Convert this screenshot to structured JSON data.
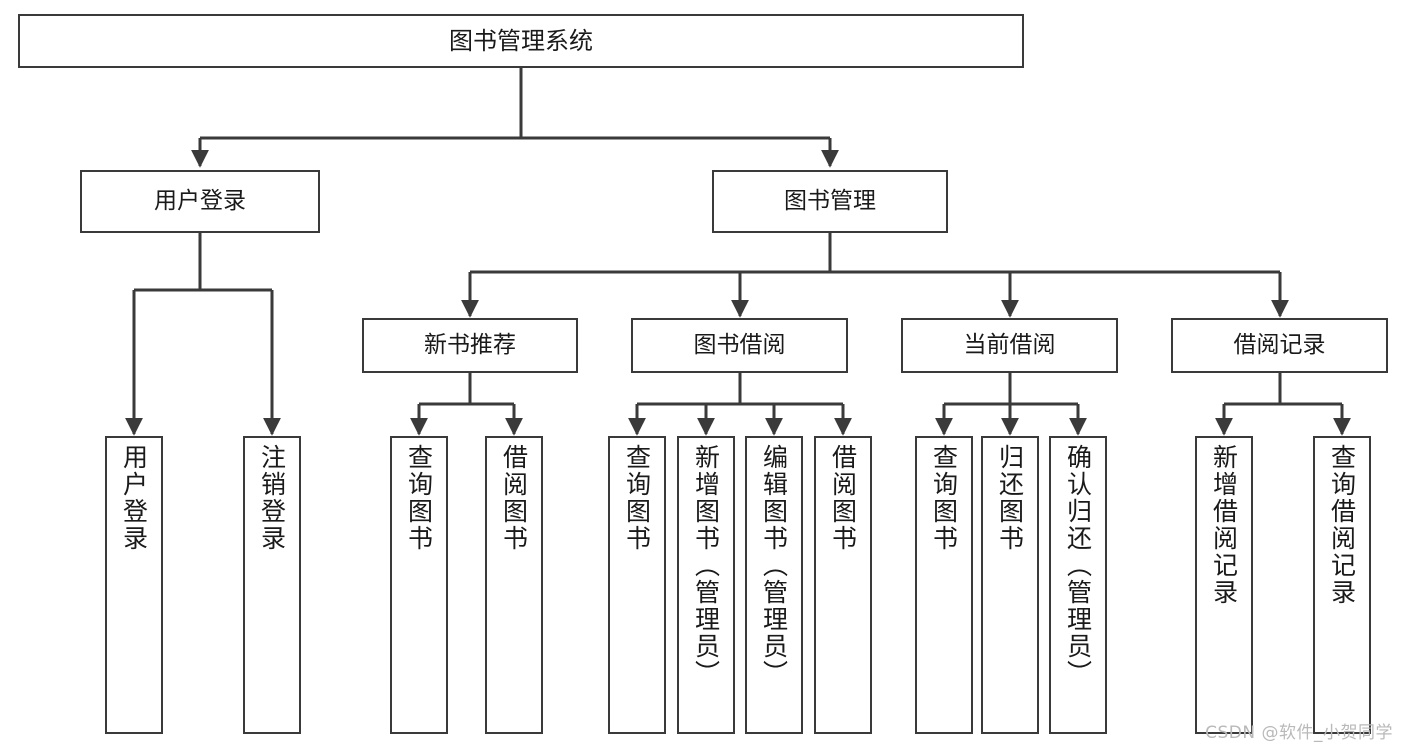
{
  "diagram": {
    "type": "tree",
    "title": "图书管理系统",
    "watermark": "CSDN @软件_小贺同学",
    "colors": {
      "box_border": "#3a3a3a",
      "connector": "#3a3a3a",
      "text": "#1a1a1a",
      "background": "#ffffff",
      "watermark": "#b9b9b9"
    },
    "nodes": {
      "root": {
        "label": "图书管理系统"
      },
      "level1": [
        {
          "label": "用户登录"
        },
        {
          "label": "图书管理"
        }
      ],
      "level2": [
        {
          "label": "新书推荐"
        },
        {
          "label": "图书借阅"
        },
        {
          "label": "当前借阅"
        },
        {
          "label": "借阅记录"
        }
      ],
      "leaves": {
        "user_login": [
          {
            "label": "用户登录"
          },
          {
            "label": "注销登录"
          }
        ],
        "new_book": [
          {
            "label": "查询图书"
          },
          {
            "label": "借阅图书"
          }
        ],
        "borrow_book": [
          {
            "label": "查询图书"
          },
          {
            "label": "新增图书（管理员）"
          },
          {
            "label": "编辑图书（管理员）"
          },
          {
            "label": "借阅图书"
          }
        ],
        "current_borrow": [
          {
            "label": "查询图书"
          },
          {
            "label": "归还图书"
          },
          {
            "label": "确认归还（管理员）"
          }
        ],
        "borrow_record": [
          {
            "label": "新增借阅记录"
          },
          {
            "label": "查询借阅记录"
          }
        ]
      }
    }
  }
}
